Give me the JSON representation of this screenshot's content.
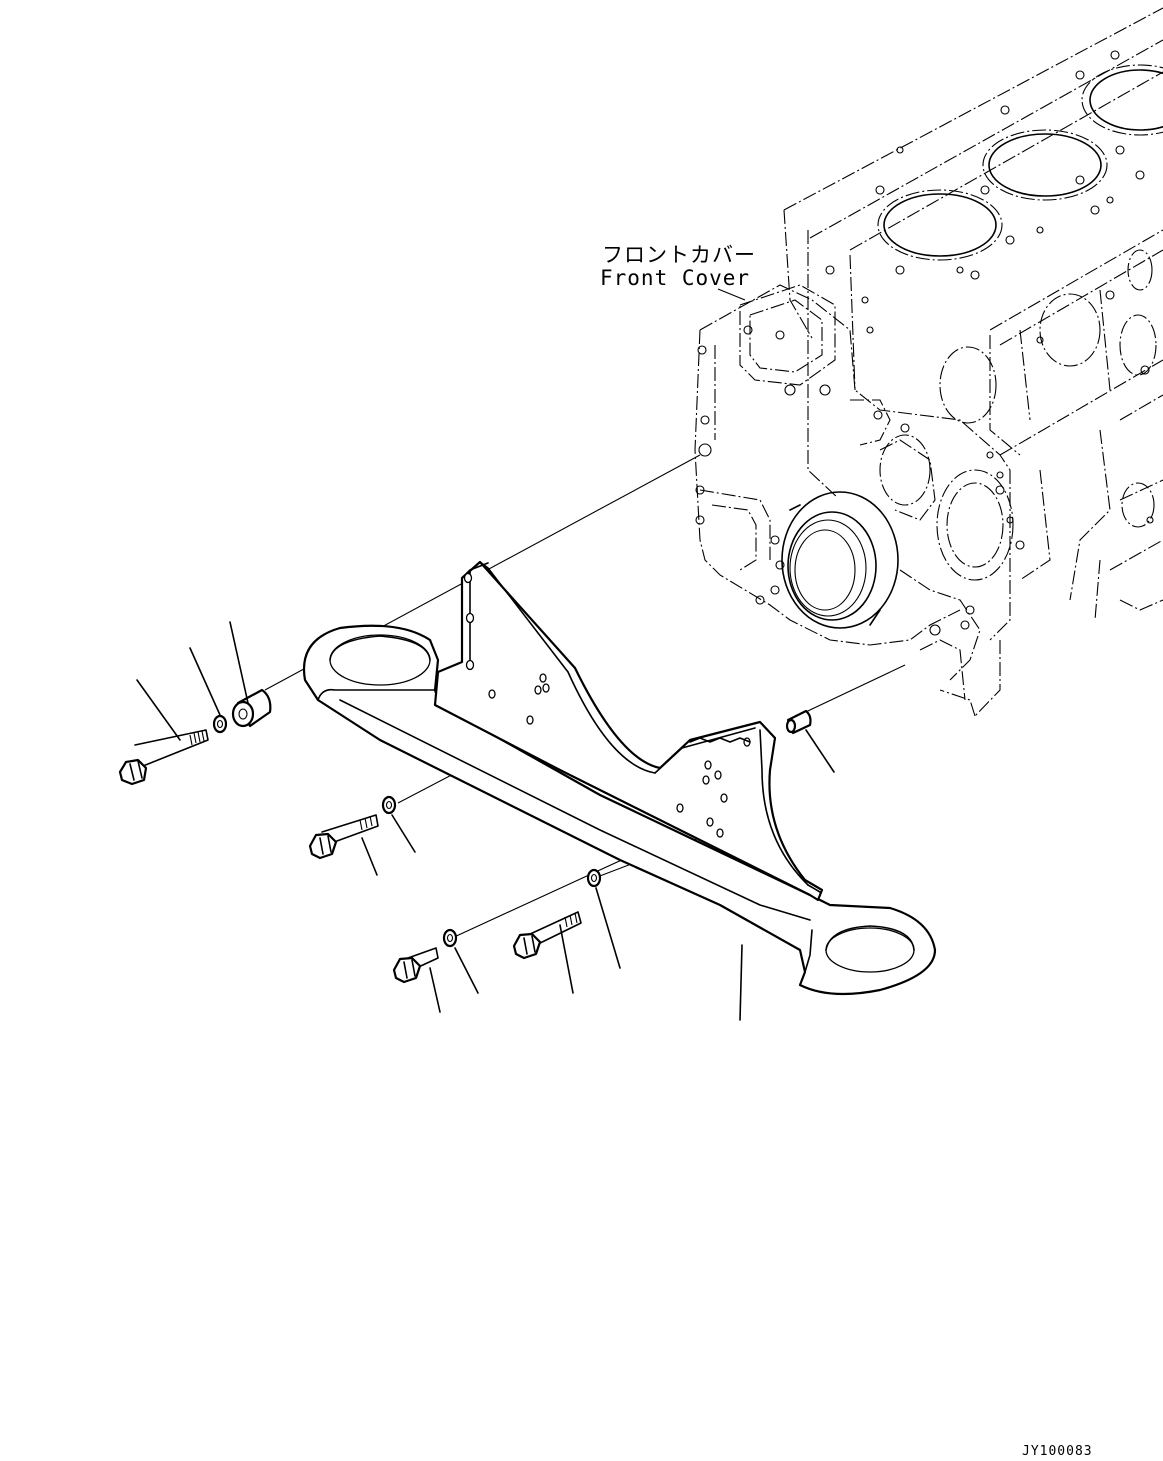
{
  "labels": {
    "front_cover_jp": "フロントカバー",
    "front_cover_en": "Front Cover",
    "drawing_code": "JY100083"
  }
}
